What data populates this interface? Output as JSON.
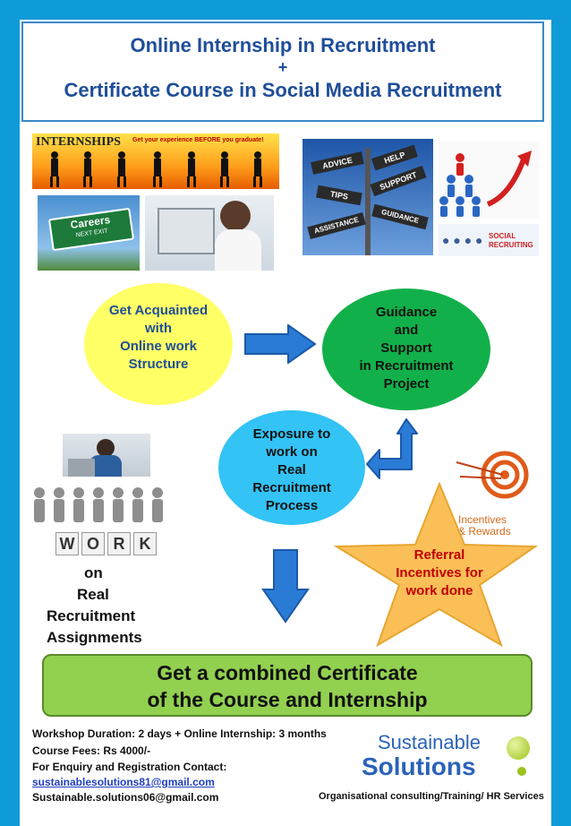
{
  "header": {
    "line1": "Online Internship in Recruitment",
    "plus": "+",
    "line2": "Certificate  Course in Social Media Recruitment"
  },
  "images": {
    "internships_banner_text": "INTERNSHIPS",
    "internships_banner_tagline": "Get your experience BEFORE you graduate!",
    "careers_sign": "Careers",
    "careers_sub": "NEXT EXIT",
    "signpost": [
      "ADVICE",
      "HELP",
      "SUPPORT",
      "TIPS",
      "ASSISTANCE",
      "GUIDANCE"
    ],
    "social_recruiting": "SOCIAL RECRUITING",
    "work_blocks": [
      "W",
      "O",
      "R",
      "K"
    ],
    "incentives_line1": "Incentives",
    "incentives_line2": "& Rewards"
  },
  "flow": {
    "acquainted": [
      "Get Acquainted",
      "with",
      "Online work",
      "Structure"
    ],
    "guidance": [
      "Guidance",
      "and",
      "Support",
      "in Recruitment",
      "Project"
    ],
    "exposure": [
      "Exposure to",
      "work on",
      "Real",
      "Recruitment",
      "Process"
    ],
    "referral": [
      "Referral",
      "Incentives for",
      "work done"
    ],
    "work_on": [
      "on",
      "Real",
      "Recruitment",
      "Assignments"
    ]
  },
  "certificate": {
    "line1": "Get a combined Certificate",
    "line2": "of the Course and Internship"
  },
  "footer": {
    "duration": "Workshop Duration: 2 days + Online Internship: 3 months",
    "fees": "Course Fees: Rs 4000/-",
    "enquiry": "For Enquiry and Registration Contact:",
    "email1": "sustainablesolutions81@gmail.com",
    "email2": "Sustainable.solutions06@gmail.com",
    "tagline": "Organisational consulting/Training/ HR Services",
    "logo_line1": "Sustainable",
    "logo_line2": "Solutions"
  },
  "colors": {
    "frame": "#0f9ad8",
    "title": "#1f4e99",
    "yellow_ellipse": "#ffff66",
    "green_ellipse": "#12b04a",
    "blue_ellipse": "#33c3f5",
    "star": "#fbbf58",
    "certificate": "#92d050",
    "arrow": "#1f7ad1"
  }
}
